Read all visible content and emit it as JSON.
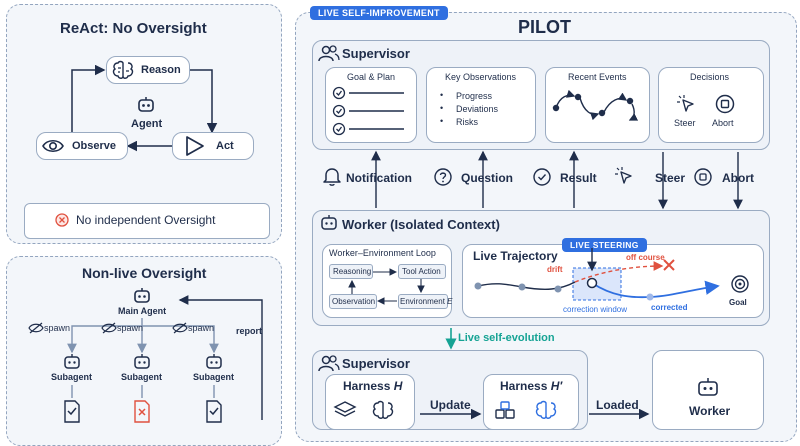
{
  "react": {
    "title": "ReAct: No Oversight",
    "reason": "Reason",
    "agent": "Agent",
    "observe": "Observe",
    "act": "Act",
    "no_oversight": "No independent Oversight"
  },
  "nonlive": {
    "title": "Non-live Oversight",
    "main_agent": "Main Agent",
    "spawn": "spawn",
    "report": "report",
    "subagent": "Subagent"
  },
  "pilot": {
    "badge": "LIVE SELF-IMPROVEMENT",
    "title": "PILOT",
    "supervisor": {
      "title": "Supervisor",
      "goal_plan": "Goal & Plan",
      "key_observations": "Key Observations",
      "observations": [
        "Progress",
        "Deviations",
        "Risks"
      ],
      "recent_events": "Recent Events",
      "decisions": "Decisions",
      "steer": "Steer",
      "abort": "Abort"
    },
    "signals": {
      "notification": "Notification",
      "question": "Question",
      "result": "Result",
      "steer": "Steer",
      "abort": "Abort"
    },
    "worker": {
      "title": "Worker (Isolated Context)",
      "loop_title": "Worker–Environment Loop",
      "reasoning": "Reasoning",
      "tool_action": "Tool Action",
      "observation": "Observation",
      "environment": "Environment",
      "env_symbol": "E",
      "trajectory_title": "Live Trajectory",
      "live_steering": "LIVE STEERING",
      "drift": "drift",
      "off_course": "off course",
      "correction_window": "correction window",
      "corrected": "corrected",
      "goal": "Goal"
    },
    "evolution": "Live self-evolution",
    "supervisor2": {
      "title": "Supervisor",
      "harness": "Harness",
      "harness_sym": "H",
      "harness_prime_sym": "H′",
      "update": "Update",
      "loaded": "Loaded",
      "worker": "Worker"
    }
  },
  "colors": {
    "accent": "#2f6fe0",
    "danger": "#e0513f",
    "teal": "#16a394",
    "navy": "#1f2d4a"
  }
}
